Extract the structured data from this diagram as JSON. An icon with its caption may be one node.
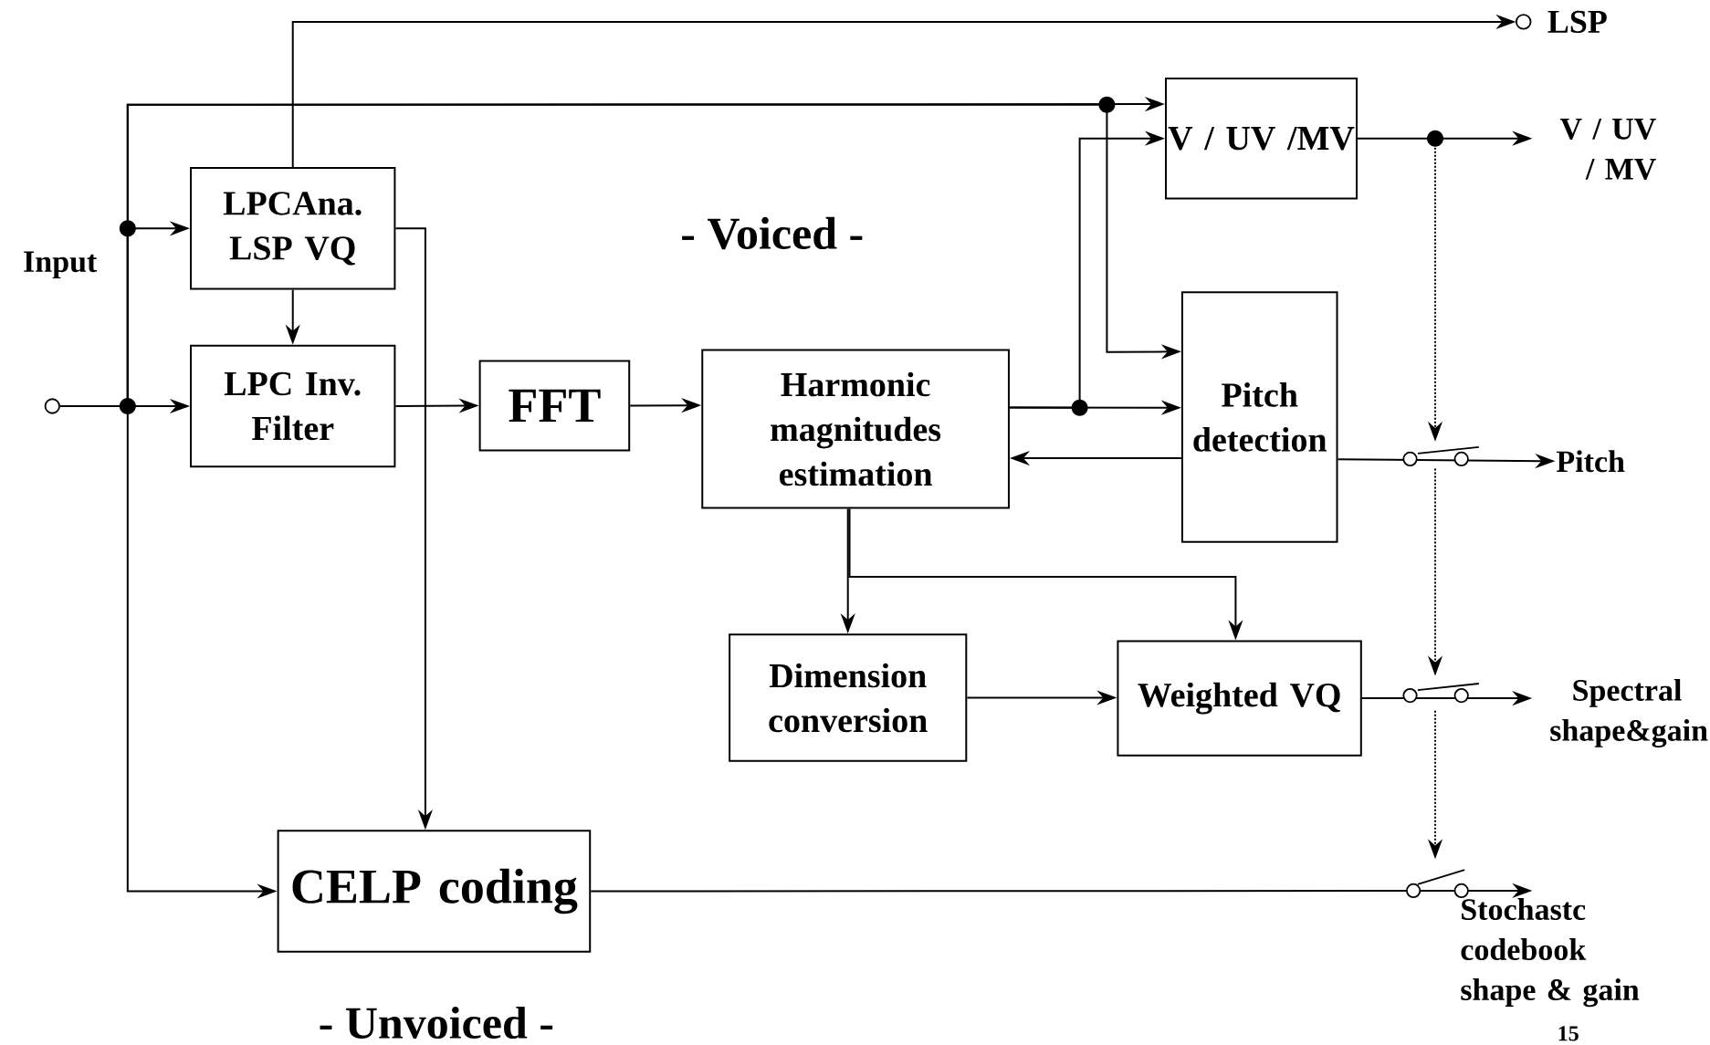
{
  "diagram": {
    "nodes": [
      {
        "text": [
          "LPCAna. LSP VQ"
        ]
      },
      {
        "text": [
          "LPC Inv. Filter"
        ]
      },
      {
        "text": [
          "FFT"
        ]
      },
      {
        "text": [
          "Harmonic magnitudes estimation"
        ]
      },
      {
        "text": [
          "V / UV /MV"
        ]
      },
      {
        "text": [
          "Pitch detection"
        ]
      },
      {
        "text": [
          "Dimension conversion"
        ]
      },
      {
        "text": [
          "Weighted VQ"
        ]
      },
      {
        "text": [
          "CELP coding"
        ]
      },
      {
        "text": [
          "LSP"
        ]
      },
      {
        "text": [
          "V / UV / MV"
        ]
      },
      {
        "text": [
          "Pitch"
        ]
      },
      {
        "text": [
          "Spectral shape&gain"
        ]
      },
      {
        "text": [
          "Stochastc codebook shape & gain"
        ]
      },
      {
        "text": [],
        "shape": "circle"
      }
    ],
    "edges": [
      {
        "from": 14,
        "to": 0,
        "arrow": "to"
      },
      {
        "from": 14,
        "to": 1,
        "arrow": "to"
      },
      {
        "from": 14,
        "to": 8,
        "arrow": "to"
      },
      {
        "from": 14,
        "to": 4,
        "arrow": "to"
      },
      {
        "from": 14,
        "to": 5,
        "arrow": "to"
      },
      {
        "from": 0,
        "to": 9,
        "arrow": "to"
      },
      {
        "from": 0,
        "to": 1,
        "arrow": "to"
      },
      {
        "from": 0,
        "to": 8,
        "arrow": "to"
      },
      {
        "from": 1,
        "to": 2,
        "arrow": "to"
      },
      {
        "from": 2,
        "to": 3,
        "arrow": "to"
      },
      {
        "from": 3,
        "to": 5,
        "arrow": "to"
      },
      {
        "from": 3,
        "to": 4,
        "arrow": "to"
      },
      {
        "from": 5,
        "to": 3,
        "arrow": "to"
      },
      {
        "from": 3,
        "to": 6,
        "arrow": "to"
      },
      {
        "from": 3,
        "to": 7,
        "arrow": "to"
      },
      {
        "from": 6,
        "to": 7,
        "arrow": "to"
      },
      {
        "from": 4,
        "to": 10,
        "arrow": "to"
      },
      {
        "from": 5,
        "to": 11,
        "arrow": "to"
      },
      {
        "from": 7,
        "to": 12,
        "arrow": "to"
      },
      {
        "from": 8,
        "to": 13,
        "arrow": "to"
      }
    ],
    "labels": [
      "Input",
      "- Voiced -",
      "- Unvoiced -",
      "15"
    ]
  }
}
